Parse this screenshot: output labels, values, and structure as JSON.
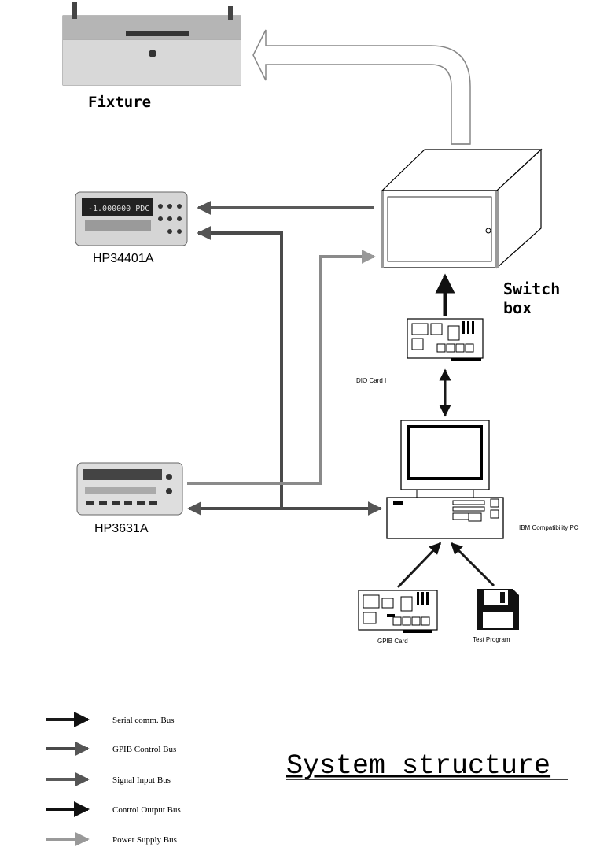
{
  "nodes": {
    "fixture": "Fixture",
    "switch_box_line1": "Switch",
    "switch_box_line2": "box",
    "hp34401a": "HP34401A",
    "hp3631a": "HP3631A",
    "dio_card": "DIO Card I",
    "pc": "IBM Compatibility PC",
    "gpib_card": "GPIB Card",
    "test_program": "Test Program"
  },
  "meter_display": "-1.000000 PDC",
  "legend": {
    "items": [
      {
        "label": "Serial comm. Bus",
        "color": "#1a1a1a"
      },
      {
        "label": "GPIB Control Bus",
        "color": "#4a4a4a"
      },
      {
        "label": "Signal Input Bus",
        "color": "#5a5a5a"
      },
      {
        "label": "Control Output Bus",
        "color": "#111111"
      },
      {
        "label": "Power Supply Bus",
        "color": "#9a9a9a"
      }
    ]
  },
  "title": "System structure"
}
